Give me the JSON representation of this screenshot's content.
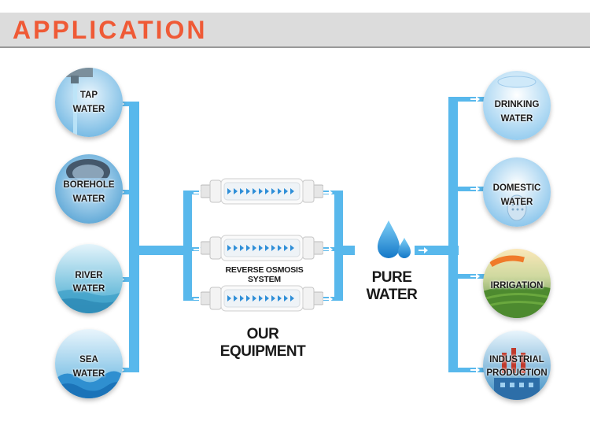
{
  "header": {
    "title": "APPLICATION"
  },
  "sources": [
    {
      "line1": "TAP",
      "line2": "WATER",
      "icon": "tap-icon"
    },
    {
      "line1": "BOREHOLE",
      "line2": "WATER",
      "icon": "borehole-icon"
    },
    {
      "line1": "RIVER",
      "line2": "WATER",
      "icon": "river-icon"
    },
    {
      "line1": "SEA",
      "line2": "WATER",
      "icon": "sea-icon"
    }
  ],
  "equipment": {
    "system_label": "REVERSE OSMOSIS SYSTEM",
    "caption": "OUR EQUIPMENT"
  },
  "output": {
    "label": "PURE WATER"
  },
  "uses": [
    {
      "line1": "DRINKING",
      "line2": "WATER",
      "icon": "drinking-water-icon"
    },
    {
      "line1": "DOMESTIC",
      "line2": "WATER",
      "icon": "domestic-water-icon"
    },
    {
      "line1": "IRRIGATION",
      "line2": "",
      "icon": "irrigation-icon"
    },
    {
      "line1": "INDUSTRIAL",
      "line2": "PRODUCTION",
      "icon": "industrial-icon"
    }
  ],
  "colors": {
    "accent": "#ef5a36",
    "pipe": "#58b8ec",
    "header_bg": "#dcdcdc"
  }
}
